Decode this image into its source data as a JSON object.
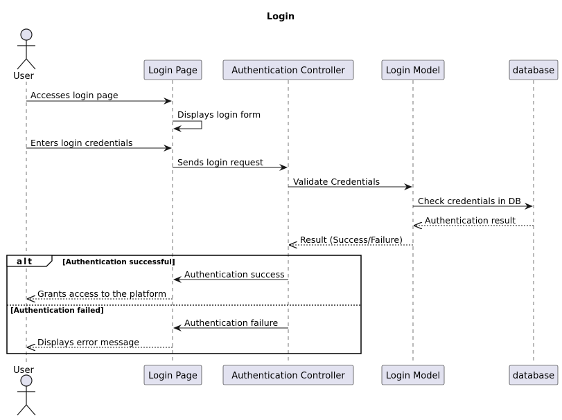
{
  "diagram": {
    "title": "Login",
    "type": "sequence",
    "participants": [
      {
        "id": "user",
        "label": "User",
        "kind": "actor"
      },
      {
        "id": "page",
        "label": "Login Page",
        "kind": "participant"
      },
      {
        "id": "auth",
        "label": "Authentication Controller",
        "kind": "participant"
      },
      {
        "id": "model",
        "label": "Login Model",
        "kind": "participant"
      },
      {
        "id": "db",
        "label": "database",
        "kind": "participant"
      }
    ],
    "messages": [
      {
        "from": "user",
        "to": "page",
        "label": "Accesses login page",
        "style": "solid"
      },
      {
        "from": "page",
        "to": "page",
        "label": "Displays login form",
        "style": "solid"
      },
      {
        "from": "user",
        "to": "page",
        "label": "Enters login credentials",
        "style": "solid"
      },
      {
        "from": "page",
        "to": "auth",
        "label": "Sends login request",
        "style": "solid"
      },
      {
        "from": "auth",
        "to": "model",
        "label": "Validate Credentials",
        "style": "solid"
      },
      {
        "from": "model",
        "to": "db",
        "label": "Check credentials in DB",
        "style": "solid"
      },
      {
        "from": "db",
        "to": "model",
        "label": "Authentication result",
        "style": "dashed"
      },
      {
        "from": "model",
        "to": "auth",
        "label": "Result (Success/Failure)",
        "style": "dashed"
      }
    ],
    "alt": {
      "keyword": "alt",
      "branches": [
        {
          "condition": "[Authentication successful]",
          "messages": [
            {
              "from": "auth",
              "to": "page",
              "label": "Authentication success",
              "style": "solid"
            },
            {
              "from": "page",
              "to": "user",
              "label": "Grants access to the platform",
              "style": "dashed"
            }
          ]
        },
        {
          "condition": "[Authentication failed]",
          "messages": [
            {
              "from": "auth",
              "to": "page",
              "label": "Authentication failure",
              "style": "solid"
            },
            {
              "from": "page",
              "to": "user",
              "label": "Displays error message",
              "style": "dashed"
            }
          ]
        }
      ]
    },
    "colors": {
      "participant_fill": "#e2e2f0",
      "participant_border": "#181818",
      "lifeline": "#181818",
      "arrow": "#181818",
      "frame_border": "#000000"
    }
  }
}
